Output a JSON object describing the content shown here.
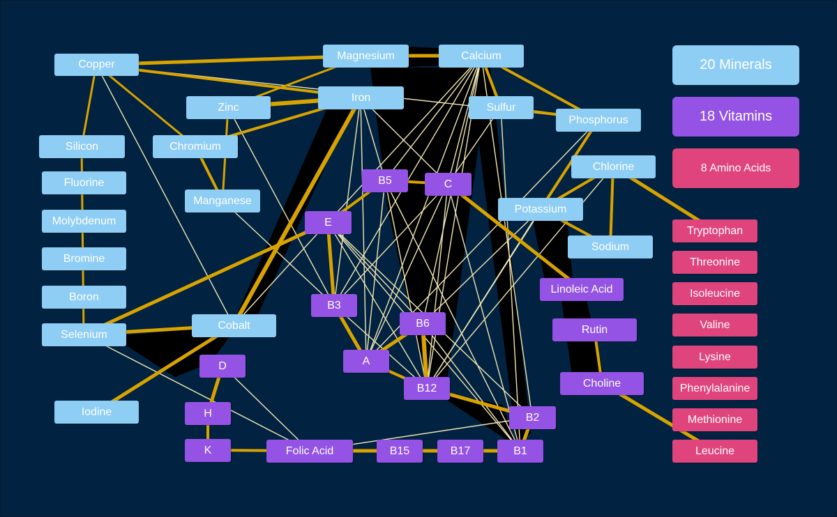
{
  "colors": {
    "background": "#012240",
    "mineral": "#8ecdf4",
    "vitamin": "#9453e4",
    "amino": "#e0447c",
    "edge_strong": "#d8a300",
    "edge_weak": "#f2e8b5",
    "fill_dark": "#000000"
  },
  "legend": {
    "minerals": "20 Minerals",
    "vitamins": "18 Vitamins",
    "amino_acids": "8 Amino Acids"
  },
  "minerals": {
    "copper": "Copper",
    "magnesium": "Magnesium",
    "calcium": "Calcium",
    "zinc": "Zinc",
    "iron": "Iron",
    "sulfur": "Sulfur",
    "phosphorus": "Phosphorus",
    "silicon": "Silicon",
    "chromium": "Chromium",
    "chlorine": "Chlorine",
    "fluorine": "Fluorine",
    "manganese": "Manganese",
    "potassium": "Potassium",
    "molybdenum": "Molybdenum",
    "sodium": "Sodium",
    "bromine": "Bromine",
    "boron": "Boron",
    "selenium": "Selenium",
    "cobalt": "Cobalt",
    "iodine": "Iodine"
  },
  "vitamins": {
    "b5": "B5",
    "c": "C",
    "e": "E",
    "b3": "B3",
    "linoleic_acid": "Linoleic Acid",
    "b6": "B6",
    "rutin": "Rutin",
    "a": "A",
    "d": "D",
    "choline": "Choline",
    "b12": "B12",
    "h": "H",
    "b2": "B2",
    "k": "K",
    "folic_acid": "Folic Acid",
    "b15": "B15",
    "b17": "B17",
    "b1": "B1"
  },
  "amino_acids": {
    "tryptophan": "Tryptophan",
    "threonine": "Threonine",
    "isoleucine": "Isoleucine",
    "valine": "Valine",
    "lysine": "Lysine",
    "phenylalanine": "Phenylalanine",
    "methionine": "Methionine",
    "leucine": "Leucine"
  }
}
